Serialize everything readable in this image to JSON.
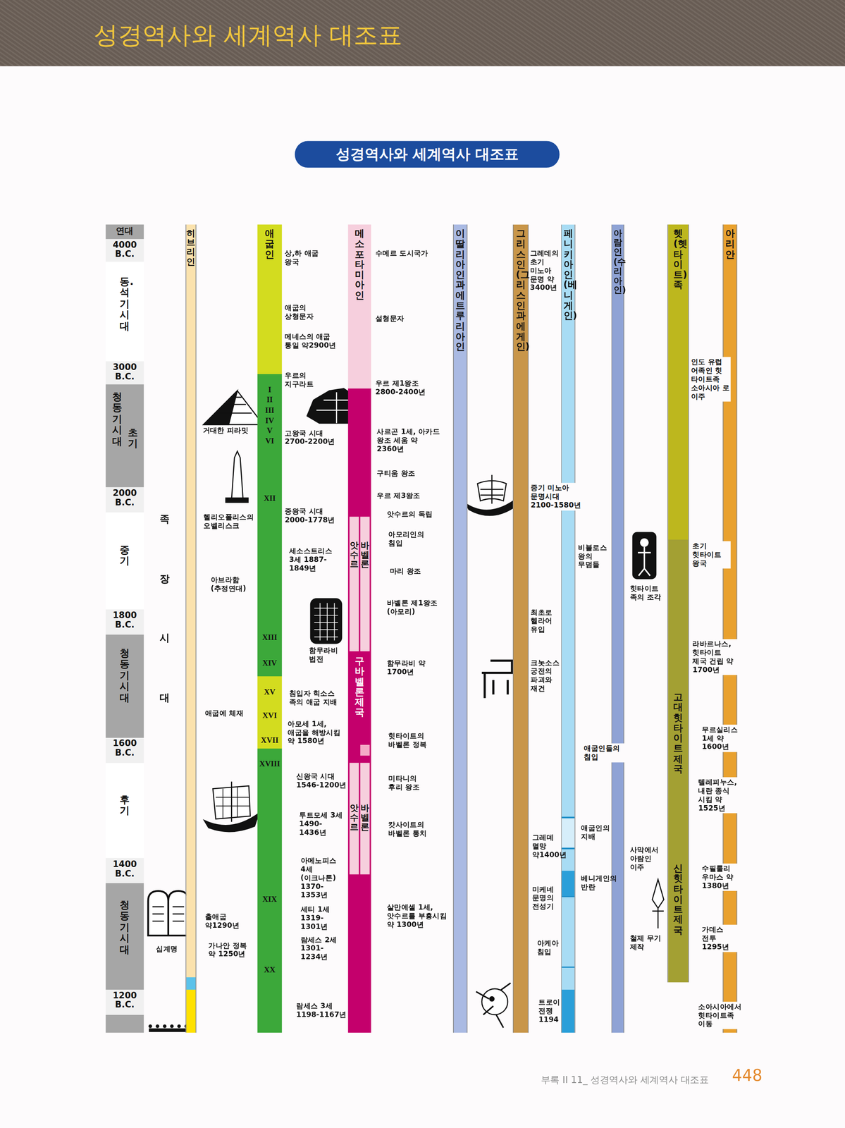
{
  "diagram": {
    "title": "성경역사와 세계역사 대조표",
    "nodes": [
      {
        "text": [
          "성경역사와 세계역사 대조표"
        ]
      },
      {
        "text": [
          "연대",
          "4000 B.C.",
          "동.석기시대",
          "3000 B.C.",
          "초기",
          "청동기시대",
          "2000 B.C.",
          "중기",
          "1800 B.C.",
          "청동기시대",
          "1600 B.C.",
          "후기",
          "1400 B.C.",
          "청동기시대",
          "1200 B.C."
        ]
      },
      {
        "text": [
          "히브리인"
        ]
      },
      {
        "text": [
          "애굽인",
          "I II III IV V VI",
          "XII",
          "XIII",
          "XIV",
          "XV",
          "XVI",
          "XVII",
          "XVIII",
          "XIX",
          "XX"
        ]
      },
      {
        "text": [
          "메소포타미아인",
          "앗수르",
          "바벨론",
          "구바벨론 제국",
          "앗수르",
          "바벨론"
        ]
      },
      {
        "text": [
          "이딸리아인과 에트루리아인"
        ]
      },
      {
        "text": [
          "그리스인(그리스인과 에게인)"
        ]
      },
      {
        "text": [
          "페니키아인(베니게인)"
        ]
      },
      {
        "text": [
          "아람인(수리아인)"
        ]
      },
      {
        "text": [
          "헷(헷타이트)족",
          "고대 힛타이트 제국",
          "신힛타이트 제국"
        ]
      },
      {
        "text": [
          "아리안"
        ]
      }
    ],
    "labels": [
      "족장시대",
      "거대한 피라밋",
      "헬리오폴리스의 오벨리스크",
      "아브라함 (추정연대)",
      "애굽에 체재",
      "출애굽 약1290년",
      "가나안 정복 약 1250년",
      "십계명",
      "상,하 애굽 왕국",
      "애굽의 상형문자",
      "메네스의 애굽 통일 약2900년",
      "우르의 지구라트",
      "고왕국 시대 2700-2200년",
      "중왕국 시대 2000-1778년",
      "세소스트리스 3세 1887-1849년",
      "함무라비 법전",
      "침입자 힉소스 족의 애굽 지배",
      "아모세 1세, 애굽을 해방시킴 약 1580년",
      "신왕국 시대 1546-1200년",
      "투트모세 3세 1490-1436년",
      "아메노피스 4세 (이크나톤) 1370-1353년",
      "세티 1세 1319-1301년",
      "람세스 2세 1301-1234년",
      "람세스 3세 1198-1167년",
      "수메르 도시국가",
      "설형문자",
      "우르 제1왕조 2800-2400년",
      "사르곤 1세, 아카드 왕조 세움 약 2360년",
      "구티움 왕조",
      "우르 제3왕조",
      "앗수르의 독립",
      "아모리인의 침입",
      "마리 왕조",
      "바벨론 제1왕조 (아모리)",
      "함무라비 약 1700년",
      "힛타이트의 바벨론 정복",
      "미타니의 후리 왕조",
      "캇사이트의 바벨론 통치",
      "살만에셀 1세, 앗수르를 부흥시킴 약 1300년",
      "그레데의 초기 미노아 문명 약 3400년",
      "중기 미노아 문명시대 2100-1580년",
      "최초로 헬라어 유입",
      "크놋소스 궁전의 파괴와 재건",
      "그레데 멸망 약1400년",
      "미케네 문명의 전성기",
      "아케아 침입",
      "트로이 전쟁 1194",
      "비블로스 왕의 무덤들",
      "애굽인들의 침입",
      "애굽인의 지배",
      "베니게인의 반란",
      "힛타이트 족의 조각",
      "사막에서 아람인 이주",
      "철제 무기 제작",
      "인도 유럽 어족인 힛 타이트족 소아시아 로 이주",
      "초기 힛타이트 왕국",
      "라바르나스, 힛타이트 제국 건립 약 1700년",
      "무르실리스 1세 약 1600년",
      "텔레피누스, 내란 종식 시킴 약 1525년",
      "수필룰리 우마스 약 1380년",
      "가데스 전투 1295년",
      "소아시아에서 힛타이트족 이동",
      "부록 II 11_ 성경역사와 세계역사 대조표",
      "448"
    ]
  }
}
